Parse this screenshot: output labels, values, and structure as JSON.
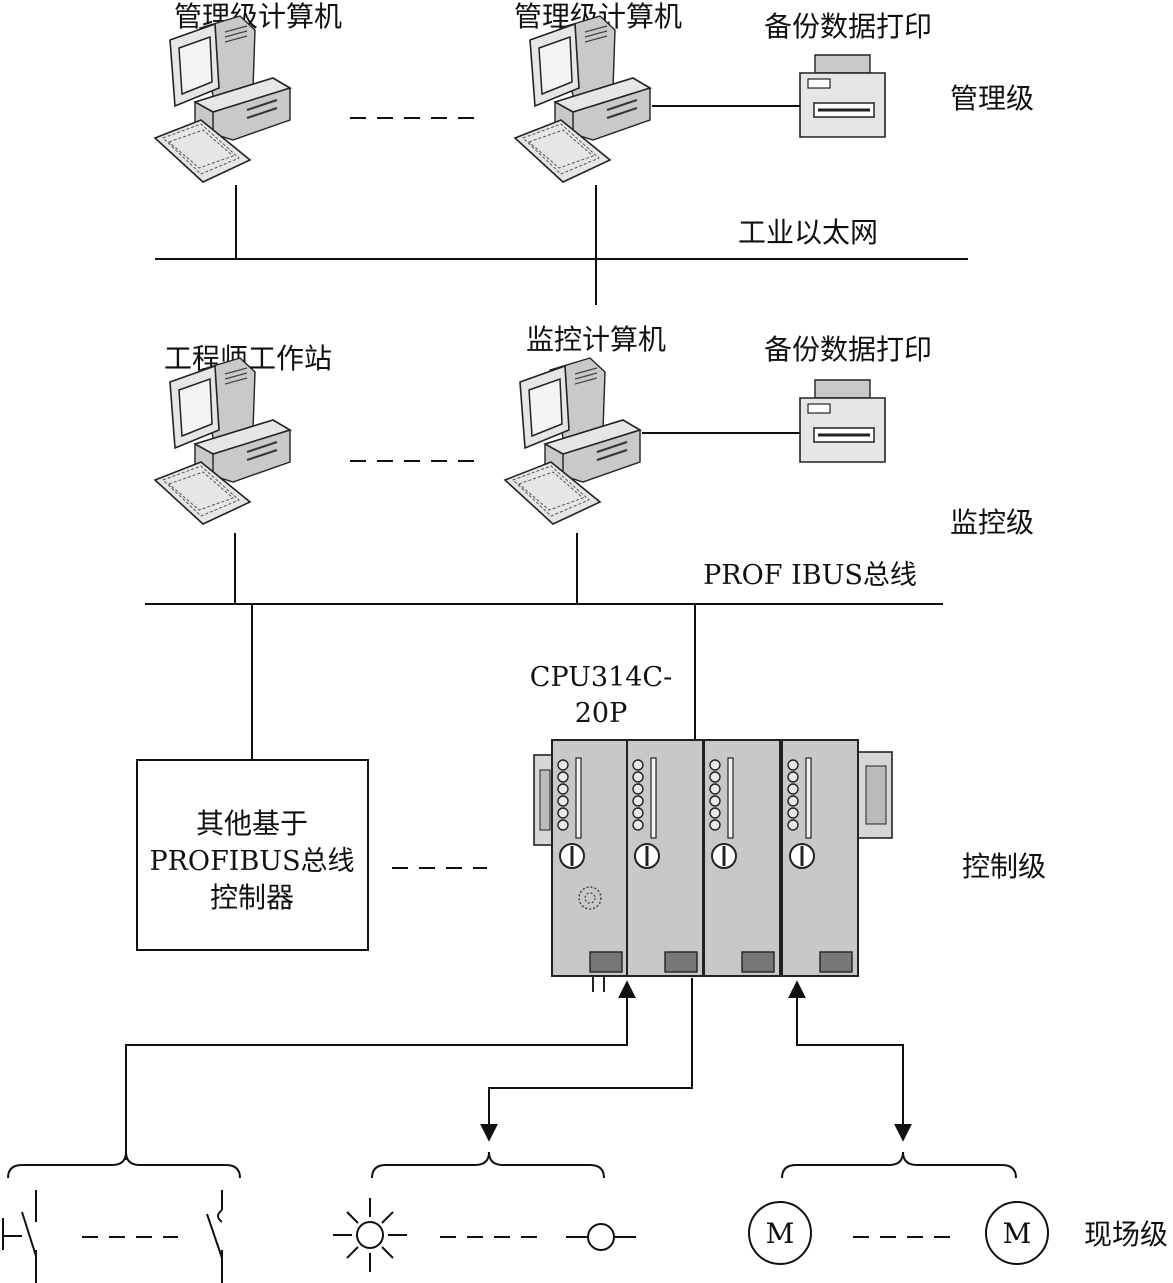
{
  "levels": {
    "management": "管理级",
    "monitoring": "监控级",
    "control": "控制级",
    "field": "现场级"
  },
  "networks": {
    "ethernet": "工业以太网",
    "profibus": "PROF IBUS总线"
  },
  "nodes": {
    "mgmt_pc_1": "管理级计算机",
    "mgmt_pc_2": "管理级计算机",
    "mgmt_printer": "备份数据打印",
    "engineer_station": "工程师工作站",
    "monitor_pc": "监控计算机",
    "monitor_printer": "备份数据打印",
    "cpu_line1": "CPU314C-",
    "cpu_line2": "20P",
    "other_ctrl_line1": "其他基于",
    "other_ctrl_line2": "PROFIBUS总线",
    "other_ctrl_line3": "控制器"
  },
  "field_devices": {
    "motor_symbol": "M"
  },
  "icons": [
    "computer-icon",
    "printer-icon",
    "plc-rack-icon",
    "switch-contact-icon",
    "lamp-icon",
    "motor-icon"
  ]
}
